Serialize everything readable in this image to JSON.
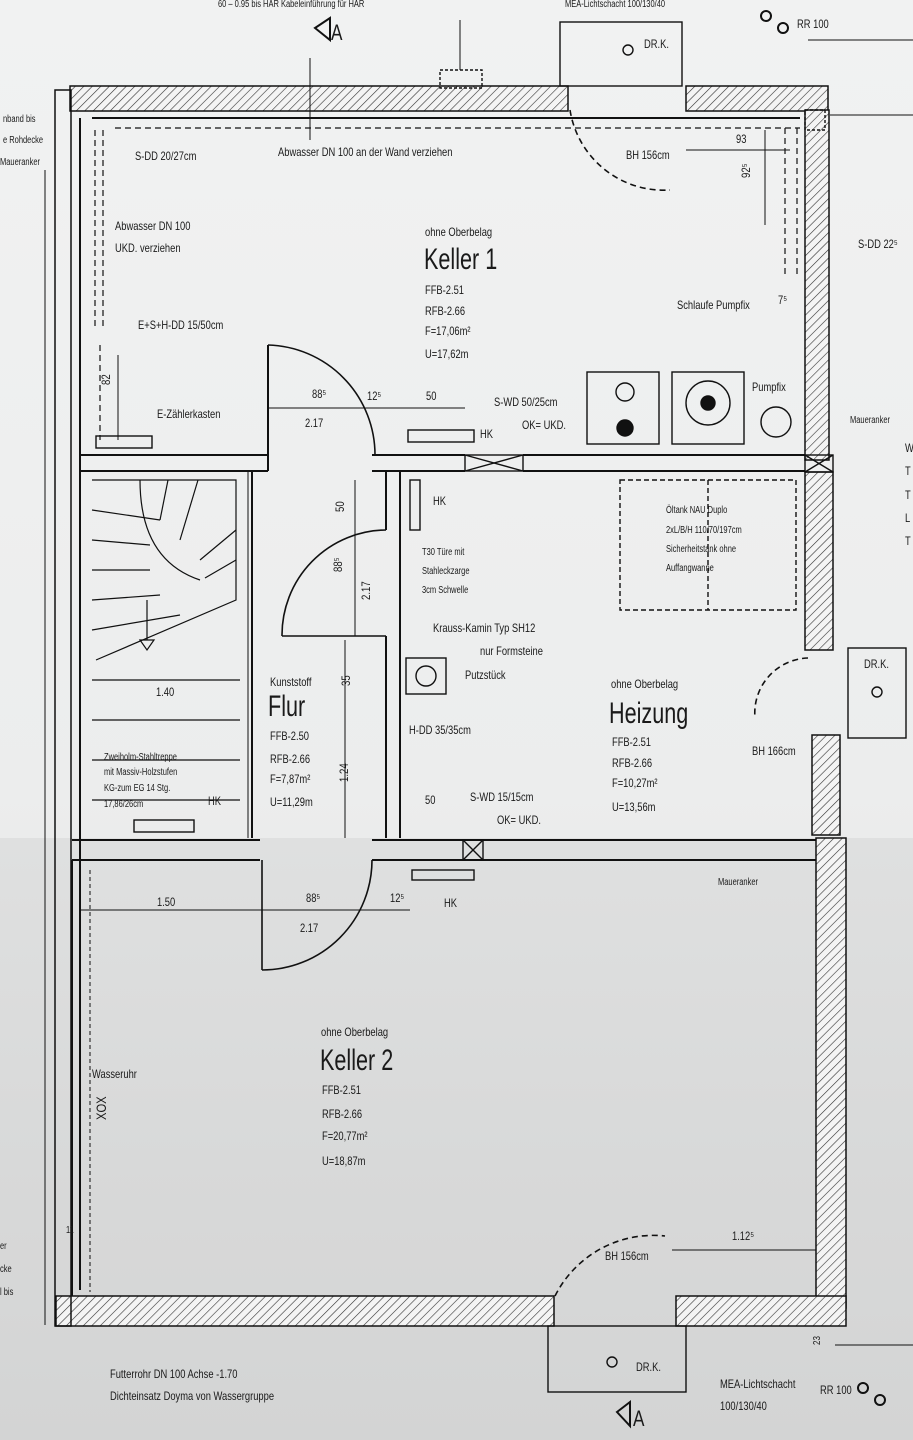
{
  "top": {
    "header_note": "60 – 0.95 bis HAR Kabeleinführung für HAR",
    "header_right": "MEA-Lichtschacht 100/130/40",
    "section_top": "A",
    "rr_top": "RR 100"
  },
  "left_margin": [
    "nband bis",
    "e Rohdecke",
    "Maueranker"
  ],
  "left_margin_bottom": [
    "er",
    "cke",
    "l bis"
  ],
  "right_margin": [
    "W",
    "T",
    "T",
    "L",
    "T"
  ],
  "keller1": {
    "belag": "ohne Oberbelag",
    "name": "Keller 1",
    "ffb": "FFB-2.51",
    "rfb": "RFB-2.66",
    "f": "F=17,06m²",
    "u": "U=17,62m"
  },
  "flur": {
    "belag": "Kunststoff",
    "name": "Flur",
    "ffb": "FFB-2.50",
    "rfb": "RFB-2.66",
    "f": "F=7,87m²",
    "u": "U=11,29m"
  },
  "heizung": {
    "belag": "ohne Oberbelag",
    "name": "Heizung",
    "ffb": "FFB-2.51",
    "rfb": "RFB-2.66",
    "f": "F=10,27m²",
    "u": "U=13,56m"
  },
  "keller2": {
    "belag": "ohne Oberbelag",
    "name": "Keller 2",
    "ffb": "FFB-2.51",
    "rfb": "RFB-2.66",
    "f": "F=20,77m²",
    "u": "U=18,87m"
  },
  "notes": {
    "sdd_topleft": "S-DD 20/27cm",
    "abwasser_wall": "Abwasser DN 100 an der Wand verziehen",
    "dr_k_top": "DR.K.",
    "bh_top": "BH 156cm",
    "dim_93": "93",
    "dim_92": "92⁵",
    "sdd_right": "S-DD 22⁵",
    "abwasser_ukd_1": "Abwasser DN 100",
    "abwasser_ukd_2": "UKD. verziehen",
    "eshdd": "E+S+H-DD 15/50cm",
    "schlaufe": "Schlaufe Pumpfix",
    "dim_7": "7⁵",
    "dim_82": "82",
    "ezaehler": "E-Zählerkasten",
    "dim_88_top": "88⁵",
    "dim_217_top": "2.17",
    "dim_12_top": "12⁵",
    "dim_50_top": "50",
    "swd_top": "S-WD 50/25cm",
    "ok_ukd_top": "OK= UKD.",
    "hk_top": "HK",
    "pumpfix": "Pumpfix",
    "maueranker_1": "Maueranker",
    "hk_heiz": "HK",
    "oltank_1": "Öltank NAU Duplo",
    "oltank_2": "2xL/B/H 110/70/197cm",
    "oltank_3": "Sicherheitstank ohne",
    "oltank_4": "Auffangwanne",
    "dim_50_flur": "50",
    "dim_88_flur": "88⁵",
    "dim_217_flur": "2.17",
    "t30_1": "T30 Türe mit",
    "t30_2": "Stahleckzarge",
    "t30_3": "3cm Schwelle",
    "kamin_1": "Krauss-Kamin Typ SH12",
    "kamin_2": "nur Formsteine",
    "putz": "Putzstück",
    "dr_k_right": "DR.K.",
    "bh_right": "BH 166cm",
    "dim_35": "35",
    "hdd": "H-DD 35/35cm",
    "dim_124": "1.24",
    "dim_140": "1.40",
    "treppe_1": "Zweiholm-Stahltreppe",
    "treppe_2": "mit Massiv-Holzstufen",
    "treppe_3": "KG-zum EG 14 Stg.",
    "treppe_4": "17,86/26cm",
    "hk_treppe": "HK",
    "dim_50_heiz": "50",
    "swd_heiz": "S-WD 15/15cm",
    "ok_ukd_heiz": "OK= UKD.",
    "maueranker_2": "Maueranker",
    "dim_150": "1.50",
    "dim_88_k2": "88⁵",
    "dim_217_k2": "2.17",
    "dim_12_k2": "12⁵",
    "hk_k2": "HK",
    "wasseruhr": "Wasseruhr",
    "xox": "XOX",
    "dim_11": "11",
    "bh_bottom": "BH 156cm",
    "dim_112": "1.12⁵",
    "dr_k_bottom": "DR.K.",
    "dim_23_b": "23",
    "futterrohr_1": "Futterrohr DN 100 Achse -1.70",
    "futterrohr_2": "Dichteinsatz Doyma von Wassergruppe",
    "mea_1": "MEA-Lichtschacht",
    "mea_2": "100/130/40",
    "rr_bottom": "RR 100",
    "section_bottom": "A"
  }
}
